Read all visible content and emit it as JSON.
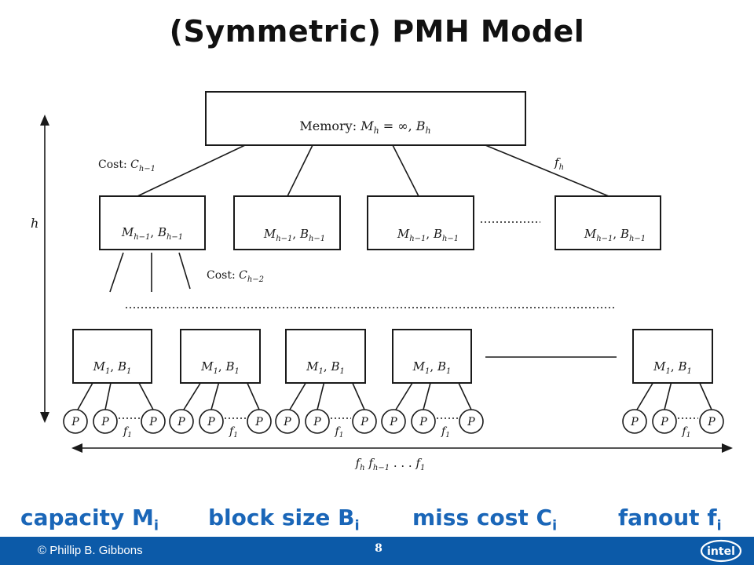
{
  "title": "(Symmetric) PMH Model",
  "diagram": {
    "root_label": "Memory: M_h = ∞, B_h",
    "cost_top": "Cost: C_{h−1}",
    "cost_mid": "Cost: C_{h−2}",
    "fanout_top": "f_h",
    "height_label": "h",
    "level_h1_label": "M_{h−1}, B_{h−1}",
    "level_1_label": "M_1, B_1",
    "processor_label": "P",
    "fanout_leaf": "f_1",
    "bottom_label": "f_h f_{h−1} … f_1"
  },
  "legend": {
    "capacity": {
      "text": "capacity M",
      "sub": "i"
    },
    "block_size": {
      "text": "block size B",
      "sub": "i"
    },
    "miss_cost": {
      "text": "miss cost C",
      "sub": "i"
    },
    "fanout": {
      "text": "fanout f",
      "sub": "i"
    }
  },
  "footer": {
    "copyright": "© Phillip B. Gibbons",
    "page_number": "8",
    "logo_text": "intel"
  },
  "colors": {
    "accent_blue": "#1a66b8",
    "footer_bar": "#0c5aa8"
  }
}
